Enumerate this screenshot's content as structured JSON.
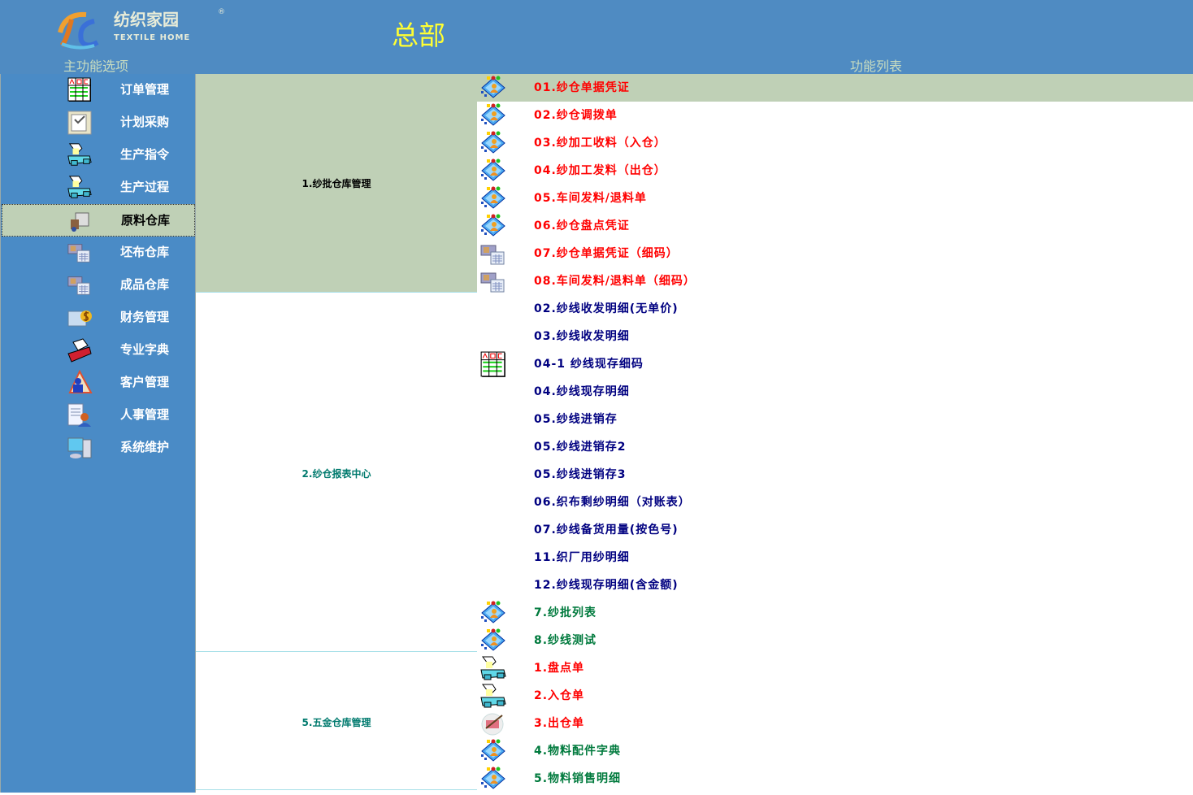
{
  "header": {
    "logo_cn": "纺织家园",
    "logo_en": "TEXTILE HOME",
    "logo_reg": "®",
    "title": "总部",
    "main_options_label": "主功能选项",
    "function_list_label": "功能列表"
  },
  "sidebar": {
    "items": [
      {
        "label": "订单管理",
        "icon": "table-abc"
      },
      {
        "label": "计划采购",
        "icon": "clipboard"
      },
      {
        "label": "生产指令",
        "icon": "printer-box"
      },
      {
        "label": "生产过程",
        "icon": "printer-box"
      },
      {
        "label": "原料仓库",
        "icon": "truck",
        "selected": true
      },
      {
        "label": "坯布仓库",
        "icon": "truck-doc"
      },
      {
        "label": "成品仓库",
        "icon": "truck-doc"
      },
      {
        "label": "财务管理",
        "icon": "money"
      },
      {
        "label": "专业字典",
        "icon": "card-file"
      },
      {
        "label": "客户管理",
        "icon": "person"
      },
      {
        "label": "人事管理",
        "icon": "person-doc"
      },
      {
        "label": "系统维护",
        "icon": "computer"
      }
    ]
  },
  "groups": [
    {
      "label": "1.纱批仓库管理",
      "color": "#000000",
      "rows": 8,
      "selected": true
    },
    {
      "label": "2.纱仓报表中心",
      "color": "#007a6e",
      "rows": 13
    },
    {
      "label": "5.五金仓库管理",
      "color": "#007a6e",
      "rows": 5
    }
  ],
  "colors": {
    "red": "#ff0000",
    "navy": "#000080",
    "green": "#007a3d",
    "sage": "#bfd0b6",
    "blue": "#4a8bc6"
  },
  "functions": [
    {
      "label": "01.纱仓单据凭证",
      "icon": "chip-person",
      "color": "red",
      "selected": true
    },
    {
      "label": "02.纱仓调拨单",
      "icon": "chip-person",
      "color": "red"
    },
    {
      "label": "03.纱加工收料（入仓）",
      "icon": "chip-person",
      "color": "red"
    },
    {
      "label": "04.纱加工发料（出仓）",
      "icon": "chip-person",
      "color": "red"
    },
    {
      "label": "05.车间发料/退料单",
      "icon": "chip-person",
      "color": "red"
    },
    {
      "label": "06.纱仓盘点凭证",
      "icon": "chip-person",
      "color": "red"
    },
    {
      "label": "07.纱仓单据凭证（细码）",
      "icon": "truck-doc",
      "color": "red"
    },
    {
      "label": "08.车间发料/退料单（细码）",
      "icon": "truck-doc",
      "color": "red"
    },
    {
      "label": "02.纱线收发明细(无单价)",
      "icon": "",
      "color": "navy"
    },
    {
      "label": "03.纱线收发明细",
      "icon": "",
      "color": "navy"
    },
    {
      "label": "04-1 纱线现存细码",
      "icon": "table-abc",
      "color": "navy"
    },
    {
      "label": "04.纱线现存明细",
      "icon": "",
      "color": "navy"
    },
    {
      "label": "05.纱线进销存",
      "icon": "",
      "color": "navy"
    },
    {
      "label": "05.纱线进销存2",
      "icon": "",
      "color": "navy"
    },
    {
      "label": "05.纱线进销存3",
      "icon": "",
      "color": "navy"
    },
    {
      "label": "06.织布剩纱明细（对账表）",
      "icon": "",
      "color": "navy"
    },
    {
      "label": "07.纱线备货用量(按色号)",
      "icon": "",
      "color": "navy"
    },
    {
      "label": "11.织厂用纱明细",
      "icon": "",
      "color": "navy"
    },
    {
      "label": "12.纱线现存明细(含金额)",
      "icon": "",
      "color": "navy"
    },
    {
      "label": "7.纱批列表",
      "icon": "chip-person",
      "color": "green"
    },
    {
      "label": "8.纱线测试",
      "icon": "chip-person",
      "color": "green"
    },
    {
      "label": "1.盘点单",
      "icon": "printer-box",
      "color": "red"
    },
    {
      "label": "2.入仓单",
      "icon": "printer-box",
      "color": "red"
    },
    {
      "label": "3.出仓单",
      "icon": "chart-pen",
      "color": "red"
    },
    {
      "label": "4.物料配件字典",
      "icon": "chip-person",
      "color": "green"
    },
    {
      "label": "5.物料销售明细",
      "icon": "chip-person",
      "color": "green"
    }
  ]
}
